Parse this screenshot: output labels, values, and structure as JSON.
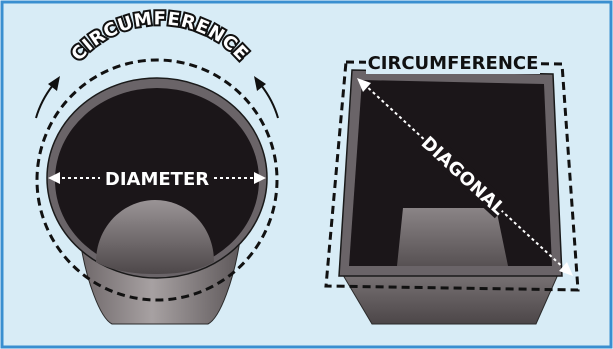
{
  "colors": {
    "panel_background": "#d8ecf6",
    "panel_border": "#3a8fd0",
    "container_dark": "#1b1619",
    "container_rim": "#6a6468",
    "container_body": "#8a8486",
    "outline": "#111111"
  },
  "round_container": {
    "circumference_label": "CIRCUMFERENCE",
    "diameter_label": "DIAMETER"
  },
  "square_container": {
    "circumference_label": "CIRCUMFERENCE",
    "diagonal_label": "DIAGONAL"
  }
}
